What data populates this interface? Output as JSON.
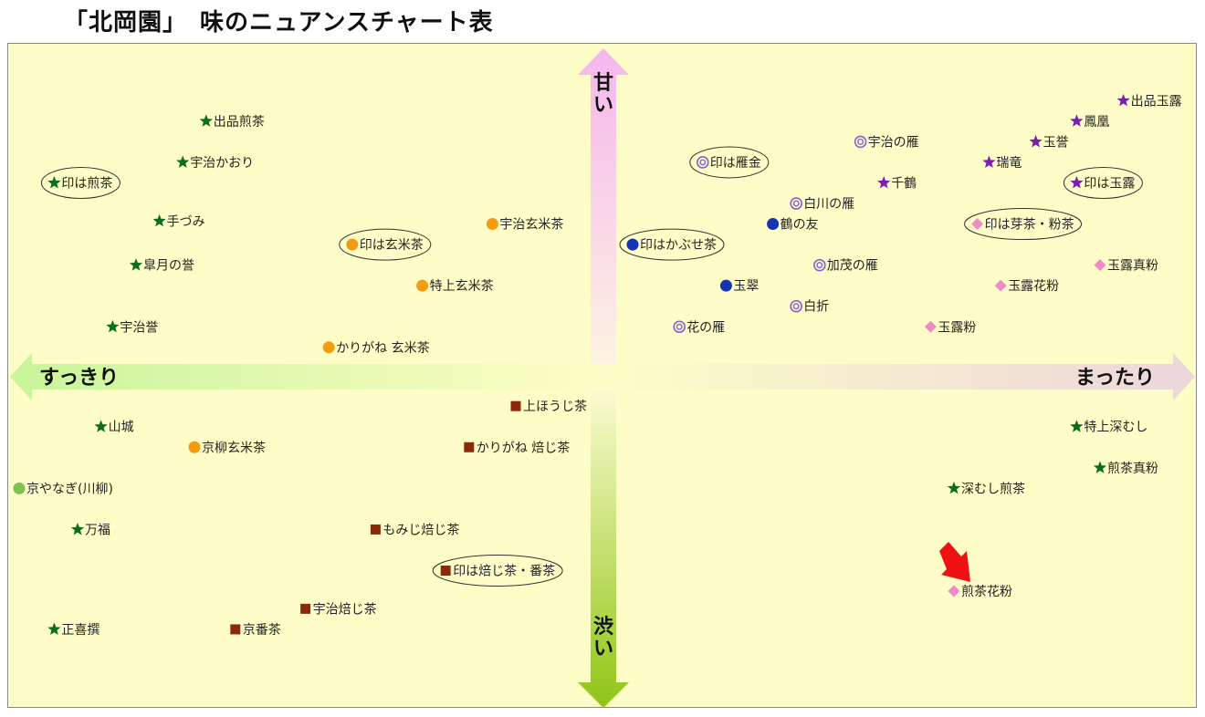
{
  "page": {
    "title": "「北岡園」　味のニュアンスチャート表"
  },
  "chart_data": {
    "type": "scatter",
    "axes": {
      "x": {
        "left_label": "すっきり",
        "right_label": "まったり"
      },
      "y": {
        "top_label": "甘い",
        "bottom_label": "渋い"
      }
    },
    "legend_markers": {
      "star_green": "#0a6e1e",
      "star_purple": "#7a1fb0",
      "circle_orange": "#f39c12",
      "circle_blue": "#1434b4",
      "circle_lightgreen": "#7cc452",
      "circle_double": "#8a5fd0",
      "square_brown": "#8b2a0a",
      "diamond_pink": "#f08ac8"
    },
    "points": [
      {
        "label": "出品煎茶",
        "marker": "star_green",
        "x": -0.68,
        "y": 0.87,
        "circled": false
      },
      {
        "label": "宇治かおり",
        "marker": "star_green",
        "x": -0.72,
        "y": 0.73,
        "circled": false
      },
      {
        "label": "印は煎茶",
        "marker": "star_green",
        "x": -0.94,
        "y": 0.66,
        "circled": true
      },
      {
        "label": "手づみ",
        "marker": "star_green",
        "x": -0.76,
        "y": 0.53,
        "circled": false
      },
      {
        "label": "皐月の誉",
        "marker": "star_green",
        "x": -0.8,
        "y": 0.38,
        "circled": false
      },
      {
        "label": "宇治誉",
        "marker": "star_green",
        "x": -0.84,
        "y": 0.17,
        "circled": false
      },
      {
        "label": "印は玄米茶",
        "marker": "circle_orange",
        "x": -0.43,
        "y": 0.45,
        "circled": true
      },
      {
        "label": "宇治玄米茶",
        "marker": "circle_orange",
        "x": -0.19,
        "y": 0.52,
        "circled": false
      },
      {
        "label": "特上玄米茶",
        "marker": "circle_orange",
        "x": -0.31,
        "y": 0.31,
        "circled": false
      },
      {
        "label": "かりがね 玄米茶",
        "marker": "circle_orange",
        "x": -0.47,
        "y": 0.1,
        "circled": false
      },
      {
        "label": "山城",
        "marker": "star_green",
        "x": -0.86,
        "y": -0.17,
        "circled": false
      },
      {
        "label": "京柳玄米茶",
        "marker": "circle_orange",
        "x": -0.7,
        "y": -0.24,
        "circled": false
      },
      {
        "label": "京やなぎ(川柳)",
        "marker": "circle_lightgreen",
        "x": -1.0,
        "y": -0.38,
        "circled": false
      },
      {
        "label": "万福",
        "marker": "star_green",
        "x": -0.9,
        "y": -0.52,
        "circled": false
      },
      {
        "label": "正喜撰",
        "marker": "star_green",
        "x": -0.94,
        "y": -0.86,
        "circled": false
      },
      {
        "label": "上ほうじ茶",
        "marker": "square_brown",
        "x": -0.15,
        "y": -0.1,
        "circled": false
      },
      {
        "label": "かりがね 焙じ茶",
        "marker": "square_brown",
        "x": -0.23,
        "y": -0.24,
        "circled": false
      },
      {
        "label": "もみじ焙じ茶",
        "marker": "square_brown",
        "x": -0.39,
        "y": -0.52,
        "circled": false
      },
      {
        "label": "印は焙じ茶・番茶",
        "marker": "square_brown",
        "x": -0.27,
        "y": -0.66,
        "circled": true
      },
      {
        "label": "宇治焙じ茶",
        "marker": "square_brown",
        "x": -0.51,
        "y": -0.79,
        "circled": false
      },
      {
        "label": "京番茶",
        "marker": "square_brown",
        "x": -0.63,
        "y": -0.86,
        "circled": false
      },
      {
        "label": "印は雁金",
        "marker": "circle_double",
        "x": 0.17,
        "y": 0.73,
        "circled": true
      },
      {
        "label": "宇治の雁",
        "marker": "circle_double",
        "x": 0.44,
        "y": 0.8,
        "circled": false
      },
      {
        "label": "白川の雁",
        "marker": "circle_double",
        "x": 0.33,
        "y": 0.59,
        "circled": false
      },
      {
        "label": "鶴の友",
        "marker": "circle_blue",
        "x": 0.29,
        "y": 0.52,
        "circled": false
      },
      {
        "label": "印はかぶせ茶",
        "marker": "circle_blue",
        "x": 0.05,
        "y": 0.45,
        "circled": true
      },
      {
        "label": "玉翠",
        "marker": "circle_blue",
        "x": 0.21,
        "y": 0.31,
        "circled": false
      },
      {
        "label": "加茂の雁",
        "marker": "circle_double",
        "x": 0.37,
        "y": 0.38,
        "circled": false
      },
      {
        "label": "白折",
        "marker": "circle_double",
        "x": 0.33,
        "y": 0.24,
        "circled": false
      },
      {
        "label": "花の雁",
        "marker": "circle_double",
        "x": 0.13,
        "y": 0.17,
        "circled": false
      },
      {
        "label": "出品玉露",
        "marker": "star_purple",
        "x": 0.89,
        "y": 0.94,
        "circled": false
      },
      {
        "label": "鳳凰",
        "marker": "star_purple",
        "x": 0.81,
        "y": 0.87,
        "circled": false
      },
      {
        "label": "玉誉",
        "marker": "star_purple",
        "x": 0.74,
        "y": 0.8,
        "circled": false
      },
      {
        "label": "瑞竜",
        "marker": "star_purple",
        "x": 0.66,
        "y": 0.73,
        "circled": false
      },
      {
        "label": "千鶴",
        "marker": "star_purple",
        "x": 0.48,
        "y": 0.66,
        "circled": false
      },
      {
        "label": "印は玉露",
        "marker": "star_purple",
        "x": 0.81,
        "y": 0.66,
        "circled": true
      },
      {
        "label": "印は芽茶・粉茶",
        "marker": "diamond_pink",
        "x": 0.64,
        "y": 0.52,
        "circled": true
      },
      {
        "label": "玉露真粉",
        "marker": "diamond_pink",
        "x": 0.85,
        "y": 0.38,
        "circled": false
      },
      {
        "label": "玉露花粉",
        "marker": "diamond_pink",
        "x": 0.68,
        "y": 0.31,
        "circled": false
      },
      {
        "label": "玉露粉",
        "marker": "diamond_pink",
        "x": 0.56,
        "y": 0.17,
        "circled": false
      },
      {
        "label": "特上深むし",
        "marker": "star_green",
        "x": 0.81,
        "y": -0.17,
        "circled": false
      },
      {
        "label": "煎茶真粉",
        "marker": "star_green",
        "x": 0.85,
        "y": -0.31,
        "circled": false
      },
      {
        "label": "深むし煎茶",
        "marker": "star_green",
        "x": 0.6,
        "y": -0.38,
        "circled": false
      },
      {
        "label": "煎茶花粉",
        "marker": "diamond_pink",
        "x": 0.6,
        "y": -0.73,
        "circled": false,
        "highlighted": true
      }
    ]
  }
}
